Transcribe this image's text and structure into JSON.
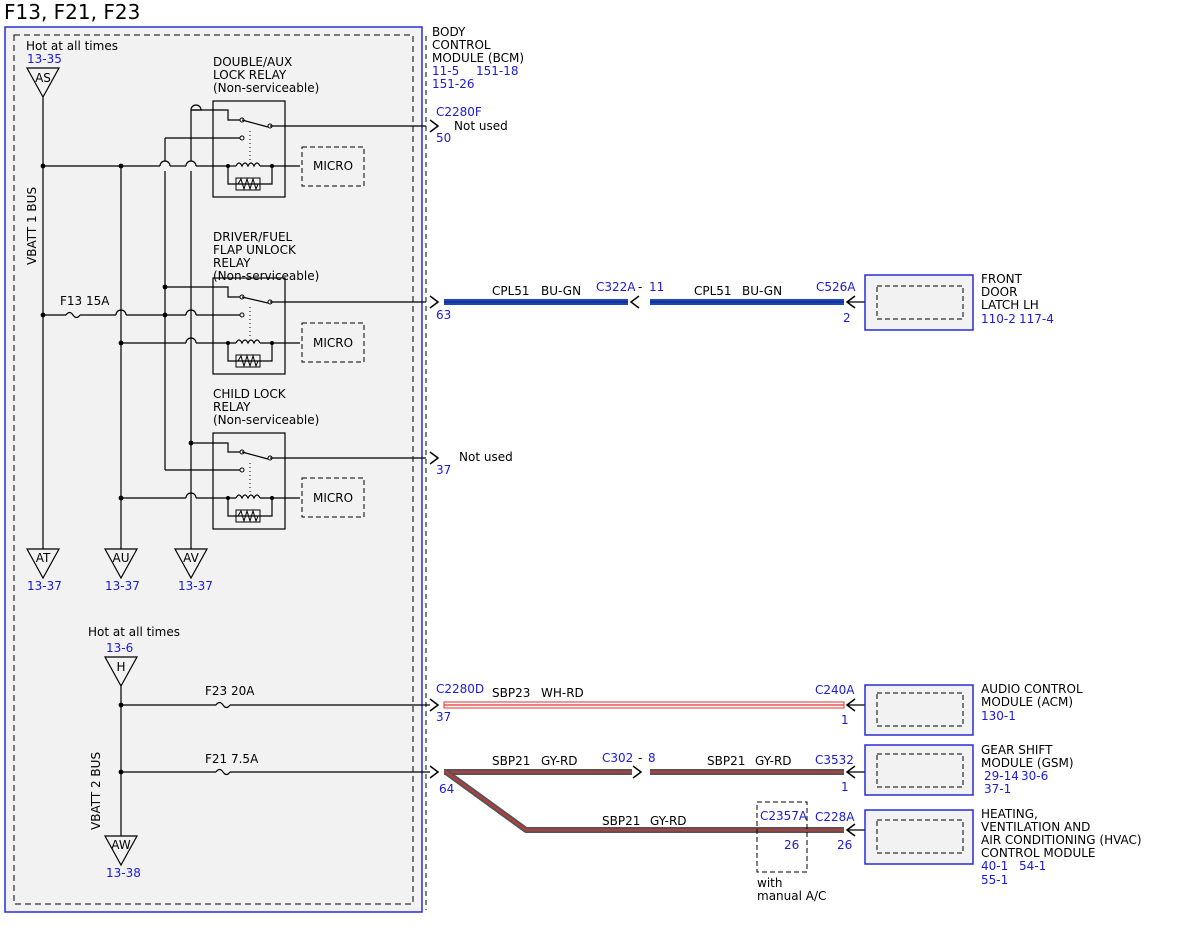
{
  "title": "F13, F21, F23",
  "colors": {
    "ref": "#1a1adb",
    "box_border": "#2b2bd9",
    "wire_blue": "#1e47b8",
    "wire_red": "#e03030",
    "wire_gray": "#555555",
    "panel": "#f2f2f2"
  },
  "bcm": {
    "name_l1": "BODY",
    "name_l2": "CONTROL",
    "name_l3": "MODULE (BCM)",
    "ref_1": "11-5",
    "ref_2": "151-18",
    "ref_3": "151-26"
  },
  "bus1": {
    "hot_label": "Hot at all times",
    "hot_ref": "13-35",
    "hot_tag": "AS",
    "bus_label": "VBATT 1 BUS",
    "fuse_label": "F13  15A",
    "out_tags": [
      {
        "tag": "AT",
        "ref": "13-37"
      },
      {
        "tag": "AU",
        "ref": "13-37"
      },
      {
        "tag": "AV",
        "ref": "13-37"
      }
    ]
  },
  "relays": [
    {
      "l1": "DOUBLE/AUX",
      "l2": "LOCK RELAY",
      "l3": "(Non-serviceable)",
      "l4": "",
      "micro": "MICRO"
    },
    {
      "l1": "DRIVER/FUEL",
      "l2": "FLAP UNLOCK",
      "l3": "RELAY",
      "l4": "(Non-serviceable)",
      "micro": "MICRO"
    },
    {
      "l1": "CHILD LOCK",
      "l2": "RELAY",
      "l3": "(Non-serviceable)",
      "l4": "",
      "micro": "MICRO"
    }
  ],
  "pins": {
    "c2280f": "C2280F",
    "pin50": "50",
    "not_used_1": "Not used",
    "pin63": "63",
    "pin37_top": "37",
    "not_used_2": "Not used",
    "c2280d": "C2280D",
    "pin37_bottom": "37",
    "pin64": "64"
  },
  "circuit_cpl51": {
    "seg1_circuit": "CPL51",
    "seg1_color": "BU-GN",
    "inline_conn": "C322A",
    "inline_dash": "-",
    "inline_pin": "11",
    "seg2_circuit": "CPL51",
    "seg2_color": "BU-GN",
    "end_conn": "C526A",
    "end_pin": "2"
  },
  "latch": {
    "l1": "FRONT",
    "l2": "DOOR",
    "l3": "LATCH LH",
    "ref_1": "110-2",
    "ref_2": "117-4"
  },
  "bus2": {
    "hot_label": "Hot at all times",
    "hot_ref": "13-6",
    "hot_tag": "H",
    "bus_label": "VBATT 2 BUS",
    "fuse_f23": "F23  20A",
    "fuse_f21": "F21  7.5A",
    "out_tag": "AW",
    "out_ref": "13-38"
  },
  "circuit_sbp23": {
    "circuit": "SBP23",
    "color": "WH-RD",
    "end_conn": "C240A",
    "end_pin": "1"
  },
  "acm": {
    "l1": "AUDIO CONTROL",
    "l2": "MODULE (ACM)",
    "ref_1": "130-1"
  },
  "circuit_sbp21": {
    "seg1_circuit": "SBP21",
    "seg1_color": "GY-RD",
    "inline_conn": "C302",
    "inline_dash": "-",
    "inline_pin": "8",
    "seg2_circuit": "SBP21",
    "seg2_color": "GY-RD",
    "end_conn": "C3532",
    "end_pin": "1",
    "seg3_circuit": "SBP21",
    "seg3_color": "GY-RD",
    "opt_conn": "C2357A",
    "opt_pin": "26",
    "opt_note_1": "with",
    "opt_note_2": "manual A/C",
    "end3_conn": "C228A",
    "end3_pin": "26"
  },
  "gsm": {
    "l1": "GEAR SHIFT",
    "l2": "MODULE (GSM)",
    "ref_1": "29-14",
    "ref_2": "30-6",
    "ref_3": "37-1"
  },
  "hvac": {
    "l1": "HEATING,",
    "l2": "VENTILATION AND",
    "l3": "AIR CONDITIONING (HVAC)",
    "l4": "CONTROL MODULE",
    "ref_1": "40-1",
    "ref_2": "54-1",
    "ref_3": "55-1"
  }
}
